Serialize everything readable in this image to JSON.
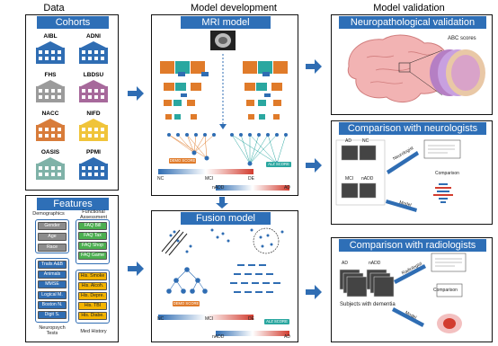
{
  "columns": {
    "data": "Data",
    "model_development": "Model development",
    "model_validation": "Model validation"
  },
  "cohorts": {
    "title": "Cohorts",
    "items": [
      "AIBL",
      "ADNI",
      "FHS",
      "LBDSU",
      "NACC",
      "NIFD",
      "OASIS",
      "PPMI"
    ],
    "colors": [
      "#2f6db3",
      "#2f6db3",
      "#9b9b9b",
      "#a7699b",
      "#d87c3a",
      "#f0c43a",
      "#7fb2a8",
      "#2f6db3"
    ]
  },
  "features": {
    "title": "Features",
    "demographics_label": "Demographics",
    "functional_label": "Functional Assessment",
    "demographics": [
      "Gender",
      "Age",
      "Race"
    ],
    "functional": [
      "FAQ Bill",
      "FAQ Tax",
      "FAQ Shop",
      "FAQ Game"
    ],
    "neuropsych": [
      "Trails A&B",
      "Animals",
      "MMSE",
      "Logical M.",
      "Boston N.",
      "Digit S."
    ],
    "med_history": [
      "His. Smoke",
      "His. Alcoh.",
      "His. Depre.",
      "His. TBI",
      "His. Diabe."
    ],
    "neuropsych_label": "Neuropsych Tests",
    "med_history_label": "Med History"
  },
  "mri_model": {
    "title": "MRI model",
    "dsmo_score": "DEMO SCORE",
    "alz_score": "ALZ SCORE",
    "nc": "NC",
    "mci": "MCI",
    "de": "DE",
    "nadd": "nADD",
    "ad": "AD"
  },
  "fusion_model": {
    "title": "Fusion model",
    "dsmo_score": "DEMO SCORE",
    "alz_score": "ALZ SCORE",
    "nc": "NC",
    "mci": "MCI",
    "de": "DE",
    "nadd": "nADD",
    "ad": "AD"
  },
  "neuropath": {
    "title": "Neuropathological validation",
    "abc_scores": "ABC scores"
  },
  "neurologists": {
    "title": "Comparison with neurologists",
    "ad": "AD",
    "nc": "NC",
    "mci": "MCI",
    "nadd": "nADD",
    "neurologist": "Neurologist",
    "model": "Model",
    "comparison": "Comparison"
  },
  "radiologists": {
    "title": "Comparison with radiologists",
    "ad": "AD",
    "nadd": "nADD",
    "radiologist": "Radiologist",
    "model": "Model",
    "comparison": "Comparison",
    "subjects": "Subjects with dementia"
  },
  "colors": {
    "accent_blue": "#2e6fb7",
    "teal": "#2aa7a0",
    "orange": "#e07b2a",
    "red": "#d23c2f"
  }
}
